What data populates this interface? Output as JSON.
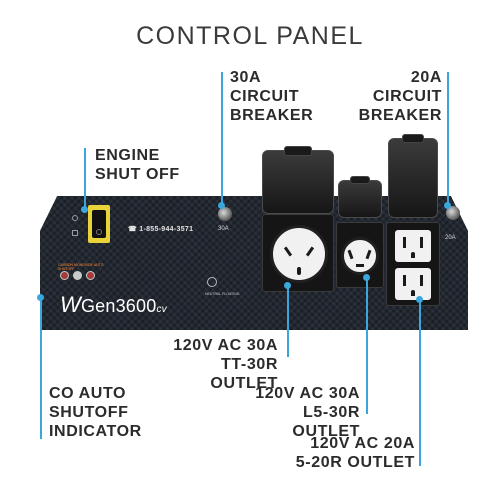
{
  "title": "CONTROL PANEL",
  "callouts": {
    "breaker_30a": "30A\nCIRCUIT\nBREAKER",
    "breaker_20a": "20A\nCIRCUIT\nBREAKER",
    "engine_shutoff": "ENGINE\nSHUT OFF",
    "tt30r": "120V AC 30A\nTT-30R OUTLET",
    "l530r": "120V AC 30A\nL5-30R OUTLET",
    "co_auto": "CO AUTO\nSHUTOFF\nINDICATOR",
    "r520": "120V AC 20A\n5-20R OUTLET"
  },
  "panel": {
    "phone": "1-855-944-3571",
    "breaker_label_30": "30A",
    "breaker_label_20": "20A",
    "brand_w": "W",
    "brand_gen": "Gen3600",
    "brand_cv": "cv",
    "co_small_text": "CARBON MONOXIDE AUTO SHUTOFF",
    "neutral_text": "NEUTRAL FLOATING"
  },
  "colors": {
    "accent": "#3aa6dc",
    "panel": "#222831",
    "switch": "#e9d33b"
  }
}
